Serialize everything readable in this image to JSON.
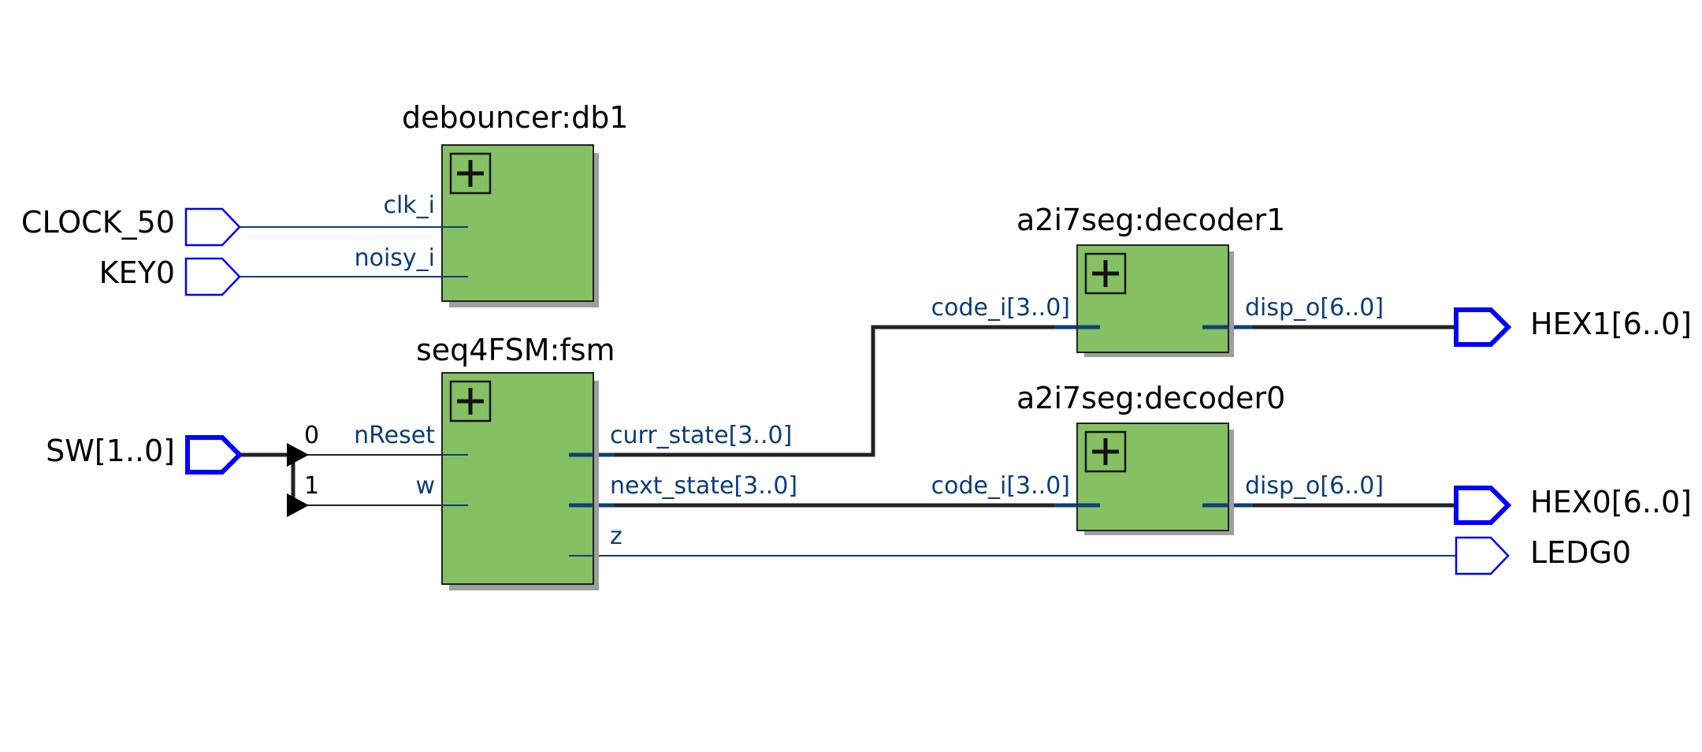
{
  "input_pins": {
    "clock": "CLOCK_50",
    "key": "KEY0",
    "switches": "SW[1..0]"
  },
  "output_pins": {
    "hex1": "HEX1[6..0]",
    "hex0": "HEX0[6..0]",
    "led": "LEDG0"
  },
  "instances": {
    "debouncer": {
      "name": "debouncer:db1",
      "ports": {
        "clk": "clk_i",
        "noisy": "noisy_i"
      }
    },
    "fsm": {
      "name": "seq4FSM:fsm",
      "ports": {
        "nreset": "nReset",
        "w": "w",
        "curr_state": "curr_state[3..0]",
        "next_state": "next_state[3..0]",
        "z": "z"
      }
    },
    "decoder1": {
      "name": "a2i7seg:decoder1",
      "ports": {
        "code": "code_i[3..0]",
        "disp": "disp_o[6..0]"
      }
    },
    "decoder0": {
      "name": "a2i7seg:decoder0",
      "ports": {
        "code": "code_i[3..0]",
        "disp": "disp_o[6..0]"
      }
    }
  },
  "bus_split": {
    "bit0": "0",
    "bit1": "1"
  },
  "colors": {
    "block_fill": "#85c063",
    "pin_stroke": "#0000ff",
    "port_text": "#0a3d78",
    "wire": "#0d3f7a",
    "bus": "#222222"
  },
  "icons": {
    "expand": "plus-expand-icon",
    "pin_in": "input-pin-icon",
    "pin_out": "output-pin-icon"
  }
}
